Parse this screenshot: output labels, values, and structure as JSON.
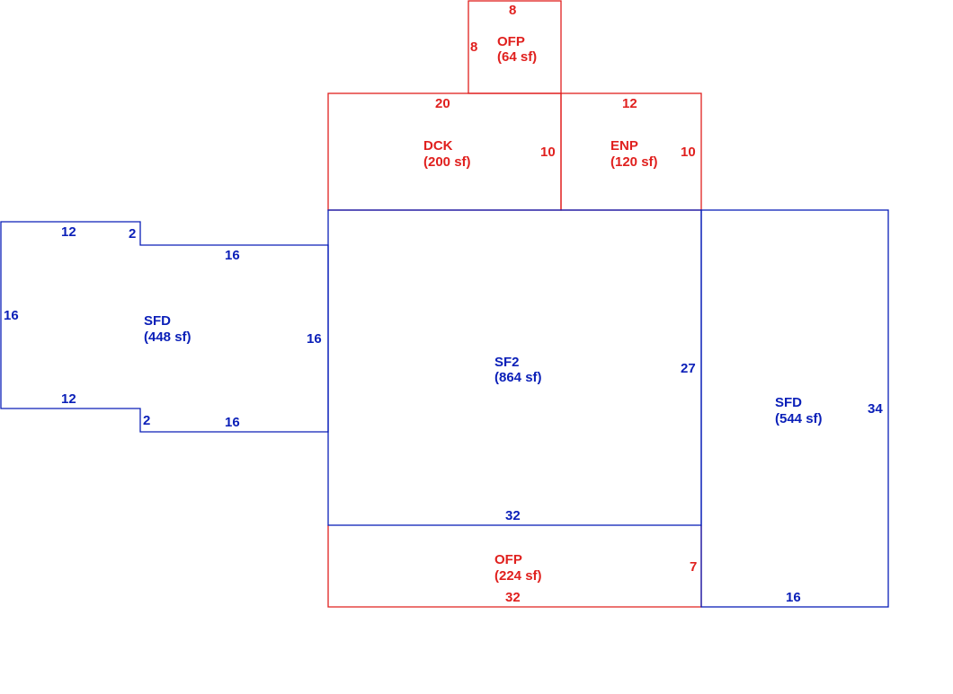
{
  "colors": {
    "living": "#0a1fb8",
    "porch": "#e0201e",
    "background": "#ffffff"
  },
  "areas": {
    "ofp_top": {
      "code": "OFP",
      "size": "(64 sf)"
    },
    "dck": {
      "code": "DCK",
      "size": "(200 sf)"
    },
    "enp": {
      "code": "ENP",
      "size": "(120 sf)"
    },
    "sfd_left": {
      "code": "SFD",
      "size": "(448 sf)"
    },
    "sf2": {
      "code": "SF2",
      "size": "(864 sf)"
    },
    "sfd_right": {
      "code": "SFD",
      "size": "(544 sf)"
    },
    "ofp_bottom": {
      "code": "OFP",
      "size": "(224 sf)"
    }
  },
  "dimensions": {
    "ofp_top_width": "8",
    "ofp_top_height": "8",
    "dck_width": "20",
    "dck_height": "10",
    "enp_width": "12",
    "enp_height": "10",
    "sfd_left_top": "12",
    "sfd_left_notch_top": "2",
    "sfd_left_top_right": "16",
    "sfd_left_left": "16",
    "sfd_left_right": "16",
    "sfd_left_bottom": "12",
    "sfd_left_notch_bottom": "2",
    "sfd_left_bottom_right": "16",
    "sf2_height": "27",
    "sf2_width": "32",
    "sfd_right_height": "34",
    "sfd_right_width": "16",
    "ofp_bottom_height": "7",
    "ofp_bottom_width": "32"
  }
}
